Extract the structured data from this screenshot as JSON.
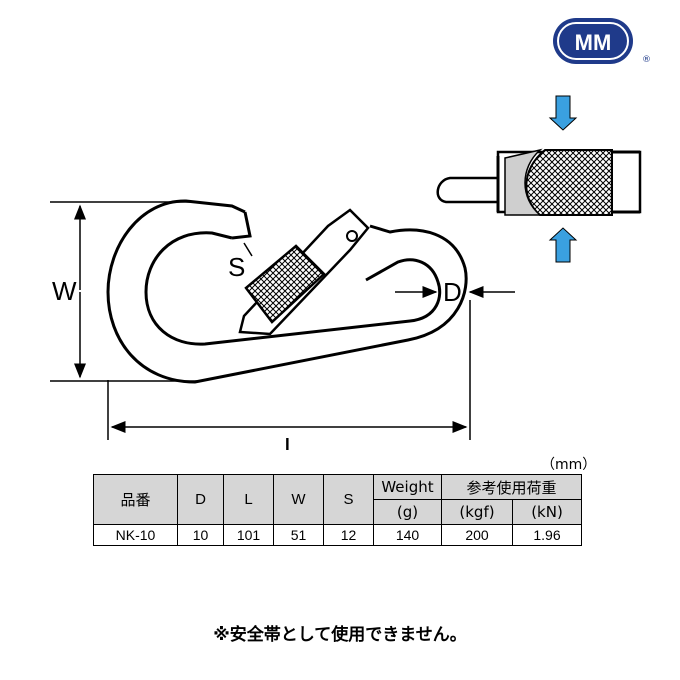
{
  "logo": {
    "text": "MM",
    "registered": "®"
  },
  "dimensions": {
    "W": "W",
    "L": "L",
    "D": "D",
    "S": "S"
  },
  "spec": {
    "unit": "（mm）",
    "headers": {
      "name": "品番",
      "D": "D",
      "L": "L",
      "W": "W",
      "S": "S",
      "weight": "Weight",
      "weight_unit": "(g)",
      "load": "参考使用荷重",
      "load_kgf": "(kgf)",
      "load_kn": "(kN)"
    },
    "rows": [
      {
        "name": "NK-10",
        "D": "10",
        "L": "101",
        "W": "51",
        "S": "12",
        "weight": "140",
        "kgf": "200",
        "kn": "1.96"
      }
    ]
  },
  "warning": "※安全帯として使用できません。"
}
